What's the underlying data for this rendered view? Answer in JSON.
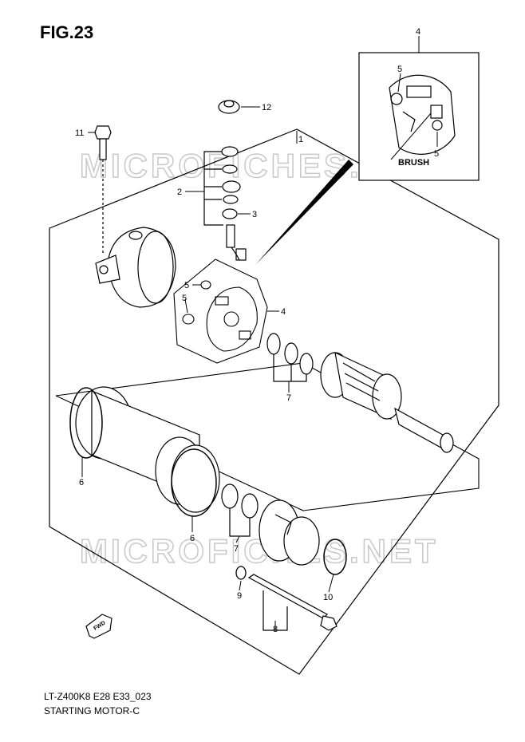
{
  "figure": {
    "title": "FIG.23",
    "model_code": "LT-Z400K8 E28 E33_023",
    "name": "STARTING MOTOR-C"
  },
  "callouts": {
    "c1": "1",
    "c2": "2",
    "c3": "3",
    "c4_main": "4",
    "c4_inset": "4",
    "c5_a": "5",
    "c5_b": "5",
    "c5_inset_top": "5",
    "c5_inset_bottom": "5",
    "c6_a": "6",
    "c6_b": "6",
    "c7_a": "7",
    "c7_b": "7",
    "c8": "8",
    "c9": "9",
    "c10": "10",
    "c11": "11",
    "c12": "12"
  },
  "inset": {
    "label": "BRUSH"
  },
  "watermark": {
    "text": "MICROFICHES.NET"
  },
  "fwd_badge": {
    "text": "FWD"
  },
  "colors": {
    "line": "#000000",
    "watermark": "#c8c8c8",
    "background": "#ffffff"
  }
}
